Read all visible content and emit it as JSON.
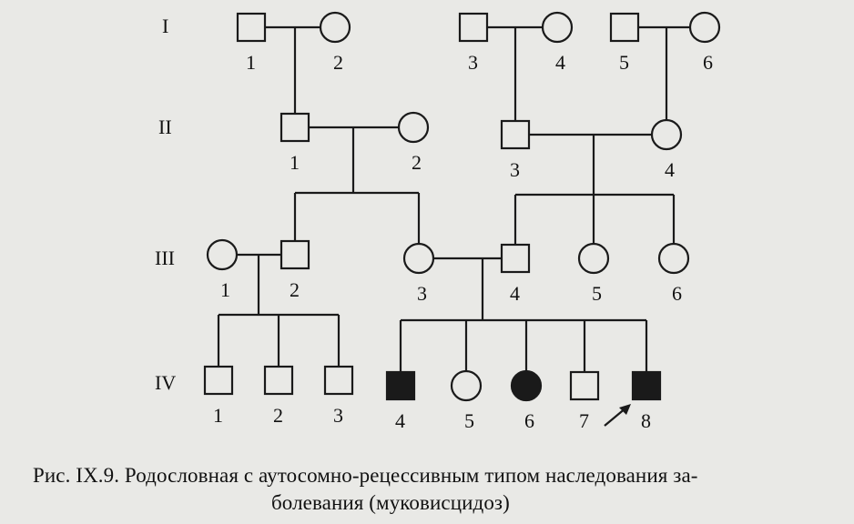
{
  "generations": [
    "I",
    "II",
    "III",
    "IV"
  ],
  "members": {
    "I-1": {
      "label": "1",
      "sex": "male",
      "affected": false
    },
    "I-2": {
      "label": "2",
      "sex": "female",
      "affected": false
    },
    "I-3": {
      "label": "3",
      "sex": "male",
      "affected": false
    },
    "I-4": {
      "label": "4",
      "sex": "female",
      "affected": false
    },
    "I-5": {
      "label": "5",
      "sex": "male",
      "affected": false
    },
    "I-6": {
      "label": "6",
      "sex": "female",
      "affected": false
    },
    "II-1": {
      "label": "1",
      "sex": "male",
      "affected": false
    },
    "II-2": {
      "label": "2",
      "sex": "female",
      "affected": false
    },
    "II-3": {
      "label": "3",
      "sex": "male",
      "affected": false
    },
    "II-4": {
      "label": "4",
      "sex": "female",
      "affected": false
    },
    "III-1": {
      "label": "1",
      "sex": "female",
      "affected": false
    },
    "III-2": {
      "label": "2",
      "sex": "male",
      "affected": false
    },
    "III-3": {
      "label": "3",
      "sex": "female",
      "affected": false
    },
    "III-4": {
      "label": "4",
      "sex": "male",
      "affected": false
    },
    "III-5": {
      "label": "5",
      "sex": "female",
      "affected": false
    },
    "III-6": {
      "label": "6",
      "sex": "female",
      "affected": false
    },
    "IV-1": {
      "label": "1",
      "sex": "male",
      "affected": false
    },
    "IV-2": {
      "label": "2",
      "sex": "male",
      "affected": false
    },
    "IV-3": {
      "label": "3",
      "sex": "male",
      "affected": false
    },
    "IV-4": {
      "label": "4",
      "sex": "male",
      "affected": true
    },
    "IV-5": {
      "label": "5",
      "sex": "female",
      "affected": false
    },
    "IV-6": {
      "label": "6",
      "sex": "female",
      "affected": true
    },
    "IV-7": {
      "label": "7",
      "sex": "male",
      "affected": false
    },
    "IV-8": {
      "label": "8",
      "sex": "male",
      "affected": true,
      "proband": true
    }
  },
  "colors": {
    "line": "#1a1a1a",
    "affected_fill": "#1a1a1a",
    "unaffected_fill": "#e9e9e6"
  },
  "caption": {
    "line1": "Рис. IX.9. Родословная с аутосомно-рецессивным типом наследования за-",
    "line2": "болевания (муковисцидоз)"
  }
}
